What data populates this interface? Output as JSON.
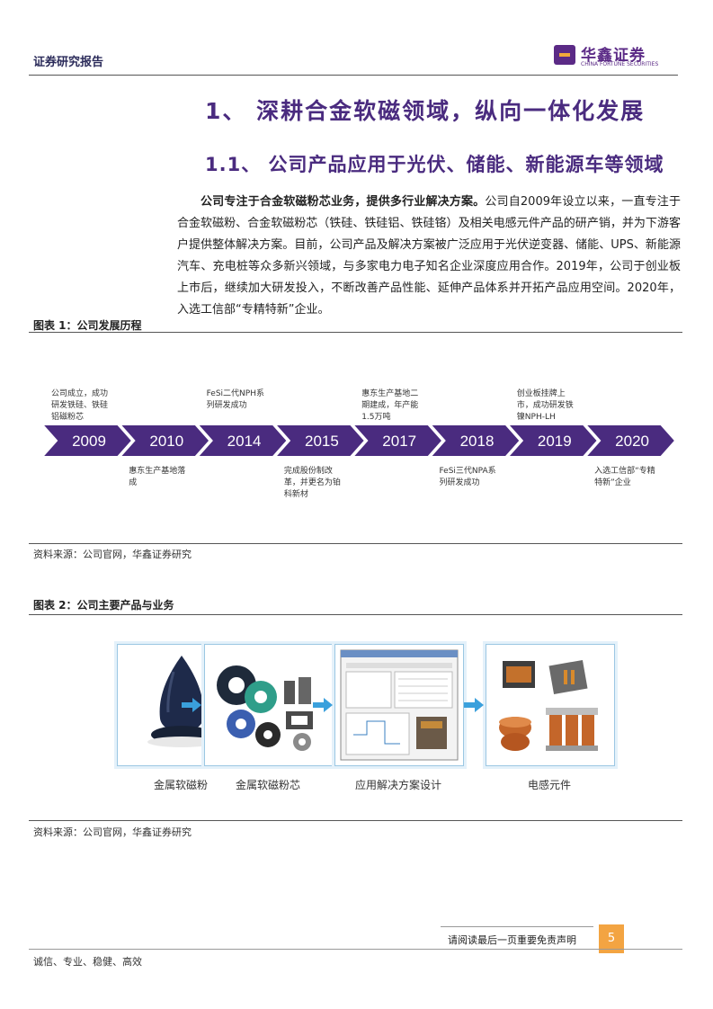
{
  "header": {
    "report_label": "证券研究报告",
    "logo_cn": "华鑫证券",
    "logo_en": "CHINA FORTUNE SECURITIES"
  },
  "section": {
    "h1": "1、 深耕合金软磁领域，纵向一体化发展",
    "h2": "1.1、 公司产品应用于光伏、储能、新能源车等领域"
  },
  "paragraph": {
    "bold": "公司专注于合金软磁粉芯业务，提供多行业解决方案。",
    "rest": "公司自2009年设立以来，一直专注于合金软磁粉、合金软磁粉芯（铁硅、铁硅铝、铁硅铬）及相关电感元件产品的研产销，并为下游客户提供整体解决方案。目前，公司产品及解决方案被广泛应用于光伏逆变器、储能、UPS、新能源汽车、充电桩等众多新兴领域，与多家电力电子知名企业深度应用合作。2019年，公司于创业板上市后，继续加大研发投入，不断改善产品性能、延伸产品体系并开拓产品应用空间。2020年，入选工信部“专精特新”企业。"
  },
  "figure1": {
    "title": "图表 1：公司发展历程",
    "source": "资料来源：公司官网，华鑫证券研究",
    "chevron_color": "#4a2b7f",
    "timeline": [
      {
        "year": "2009",
        "note": "公司成立，成功研发铁硅、铁硅铝磁粉芯",
        "pos": "above"
      },
      {
        "year": "2010",
        "note": "惠东生产基地落成",
        "pos": "below"
      },
      {
        "year": "2014",
        "note": "FeSi二代NPH系列研发成功",
        "pos": "above"
      },
      {
        "year": "2015",
        "note": "完成股份制改革，并更名为铂科新材",
        "pos": "below"
      },
      {
        "year": "2017",
        "note": "惠东生产基地二期建成，年产能1.5万吨",
        "pos": "above"
      },
      {
        "year": "2018",
        "note": "FeSi三代NPA系列研发成功",
        "pos": "below"
      },
      {
        "year": "2019",
        "note": "创业板挂牌上市，成功研发铁镍NPH-LH",
        "pos": "above"
      },
      {
        "year": "2020",
        "note": "入选工信部“专精特新”企业",
        "pos": "below"
      }
    ]
  },
  "figure2": {
    "title": "图表 2：公司主要产品与业务",
    "source": "资料来源：公司官网，华鑫证券研究",
    "arrow_color": "#3aa0dc",
    "products": [
      {
        "label": "金属软磁粉",
        "icon": "powder-icon"
      },
      {
        "label": "金属软磁粉芯",
        "icon": "magnetic-core-icon"
      },
      {
        "label": "应用解决方案设计",
        "icon": "software-window-icon"
      },
      {
        "label": "电感元件",
        "icon": "inductor-icon"
      }
    ]
  },
  "footer": {
    "notice": "请阅读最后一页重要免责声明",
    "page": "5",
    "motto": "诚信、专业、稳健、高效"
  }
}
